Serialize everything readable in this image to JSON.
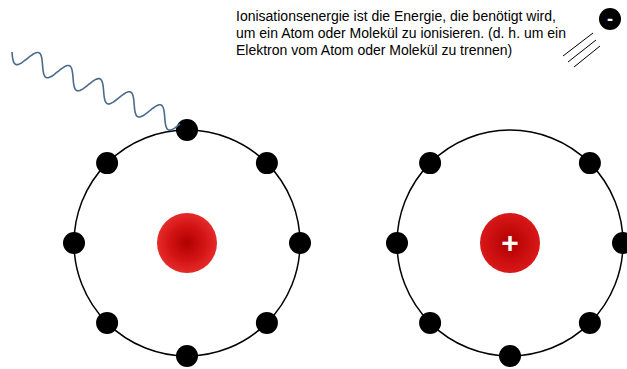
{
  "diagram": {
    "nodes": [
      {
        "text": [
          "-"
        ]
      },
      {
        "text": [
          "+"
        ]
      }
    ],
    "labels": [
      "Ionisationsenergie ist die Energie, die benötigt wird, um ein Atom oder Molekül zu ionisieren. (d. h. um ein Elektron vom Atom oder Molekül zu trennen)"
    ]
  }
}
